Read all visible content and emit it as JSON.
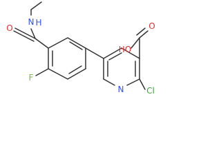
{
  "atoms": {
    "amide_oxygen": "O",
    "amide_nh": "N",
    "amide_nh_hydrogen": "H",
    "fluorine": "F",
    "acid_hydroxyl": "HO",
    "acid_carbonyl_oxygen": "O",
    "pyridine_nitrogen": "N",
    "chlorine": "Cl"
  },
  "colors": {
    "bond": "#333333",
    "oxygen": "#e03030",
    "nitrogen": "#3050f0",
    "fluorine": "#6fbf3f",
    "chlorine": "#3fa03f"
  }
}
